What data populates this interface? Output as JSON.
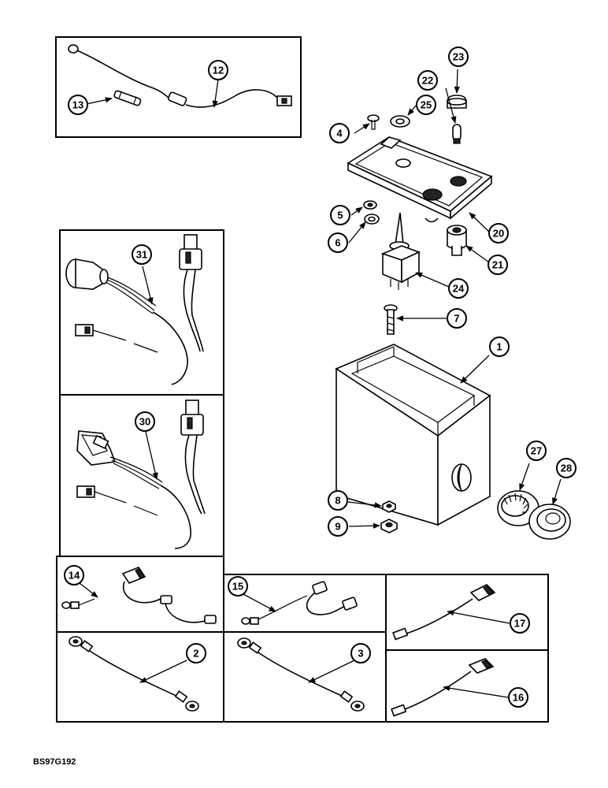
{
  "drawing_code": "BS97G192",
  "callouts": {
    "c1": "1",
    "c2": "2",
    "c3": "3",
    "c4": "4",
    "c5": "5",
    "c6": "6",
    "c7": "7",
    "c8": "8",
    "c9": "9",
    "c12": "12",
    "c13": "13",
    "c14": "14",
    "c15": "15",
    "c16": "16",
    "c17": "17",
    "c20": "20",
    "c21": "21",
    "c22": "22",
    "c23": "23",
    "c24": "24",
    "c25": "25",
    "c27": "27",
    "c28": "28",
    "c30": "30",
    "c31": "31"
  }
}
